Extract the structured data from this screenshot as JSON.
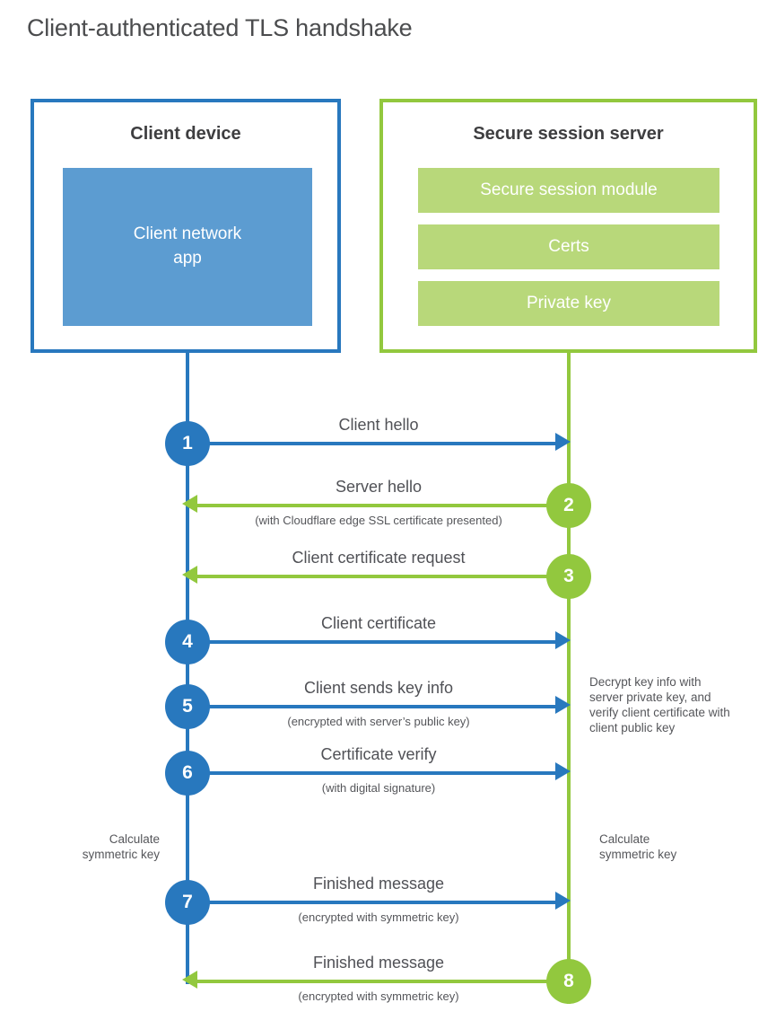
{
  "title": "Client-authenticated TLS handshake",
  "colors": {
    "blue": "#2878be",
    "blue_light": "#5c9cd1",
    "green": "#92c83e",
    "green_light": "#b8d87a",
    "heading_text": "#3e3e40",
    "label_text": "#55565a"
  },
  "client": {
    "title": "Client device",
    "app_label": "Client network app"
  },
  "server": {
    "title": "Secure session server",
    "modules": [
      "Secure session module",
      "Certs",
      "Private key"
    ]
  },
  "steps": [
    {
      "num": "1",
      "side": "client",
      "direction": "right",
      "label": "Client hello",
      "sublabel": ""
    },
    {
      "num": "2",
      "side": "server",
      "direction": "left",
      "label": "Server hello",
      "sublabel": "(with Cloudflare edge SSL certificate presented)"
    },
    {
      "num": "3",
      "side": "server",
      "direction": "left",
      "label": "Client certificate request",
      "sublabel": ""
    },
    {
      "num": "4",
      "side": "client",
      "direction": "right",
      "label": "Client certificate",
      "sublabel": ""
    },
    {
      "num": "5",
      "side": "client",
      "direction": "right",
      "label": "Client sends key info",
      "sublabel": "(encrypted with server’s public key)"
    },
    {
      "num": "6",
      "side": "client",
      "direction": "right",
      "label": "Certificate verify",
      "sublabel": "(with digital signature)"
    },
    {
      "num": "7",
      "side": "client",
      "direction": "right",
      "label": "Finished message",
      "sublabel": "(encrypted with symmetric key)"
    },
    {
      "num": "8",
      "side": "server",
      "direction": "left",
      "label": "Finished message",
      "sublabel": "(encrypted with symmetric key)"
    }
  ],
  "notes": {
    "decrypt": "Decrypt key info with server private key, and verify client certificate with client public key",
    "calc_left": "Calculate symmetric key",
    "calc_right": "Calculate symmetric key"
  }
}
